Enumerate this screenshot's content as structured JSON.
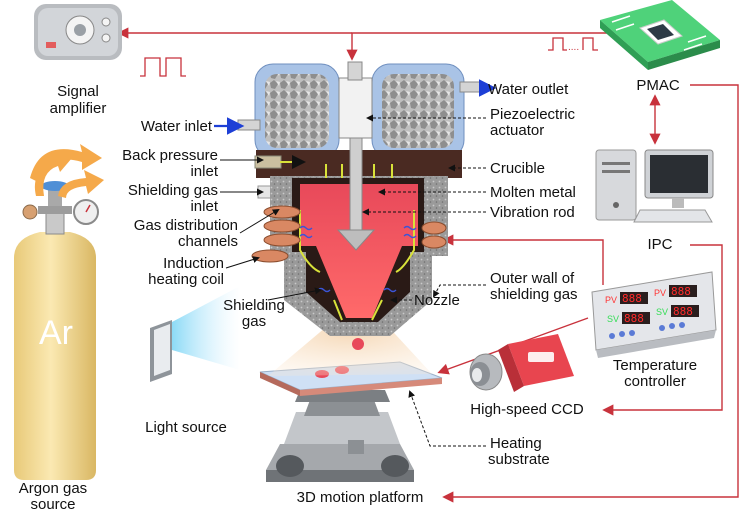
{
  "labels": {
    "signal_amplifier_l1": "Signal",
    "signal_amplifier_l2": "amplifier",
    "pmac": "PMAC",
    "water_outlet": "Water outlet",
    "water_inlet": "Water inlet",
    "piezo_l1": "Piezoelectric",
    "piezo_l2": "actuator",
    "back_pressure_l1": "Back pressure",
    "back_pressure_l2": "inlet",
    "crucible": "Crucible",
    "shielding_inlet_l1": "Shielding gas",
    "shielding_inlet_l2": "inlet",
    "molten_metal": "Molten metal",
    "gas_dist_l1": "Gas distribution",
    "gas_dist_l2": "channels",
    "vibration_rod": "Vibration rod",
    "ipc": "IPC",
    "induction_l1": "Induction",
    "induction_l2": "heating coil",
    "outer_wall_l1": "Outer wall of",
    "outer_wall_l2": "shielding gas",
    "shielding_gas_l1": "Shielding",
    "shielding_gas_l2": "gas",
    "nozzle": "Nozzle",
    "temp_ctrl_l1": "Temperature",
    "temp_ctrl_l2": "controller",
    "light_source": "Light source",
    "high_speed_ccd": "High-speed CCD",
    "heating_substrate_l1": "Heating",
    "heating_substrate_l2": "substrate",
    "argon_l1": "Argon gas",
    "argon_l2": "source",
    "platform": "3D motion platform",
    "ar": "Ar"
  },
  "controller_display": {
    "pv": "PV",
    "sv": "SV",
    "pv_digits_1": "888",
    "pv_digits_2": "888",
    "sv_digits_1": "888",
    "sv_digits_2": "888"
  },
  "colors": {
    "connector": "#c8323c",
    "gas_flow": "#f5a94a",
    "molten": "#e8495a",
    "crucible_dark": "#4a2a22",
    "water_jacket": "#a9c3e6",
    "argon_tank": "#f3dc9a",
    "pmac_board": "#4fd27a"
  }
}
